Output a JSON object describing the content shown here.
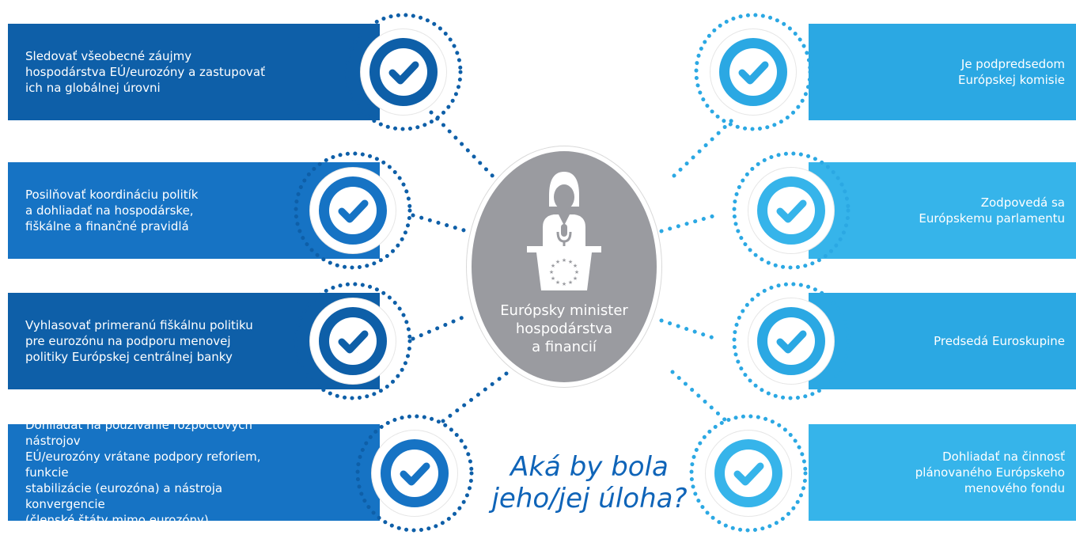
{
  "colors": {
    "left_dark": "#0e5fa8",
    "left_mid": "#1673c4",
    "right_light": "#2ba8e3",
    "right_mid": "#36b4ea",
    "center_gray": "#9a9ba0",
    "question_blue": "#0f64b8"
  },
  "center": {
    "title": "Európsky minister\nhospodárstva\na financií",
    "icon": "person-at-podium-icon"
  },
  "question": "Aká by bola\njeho/jej úloha?",
  "left_items": [
    {
      "text": "Sledovať všeobecné záujmy\nhospodárstva EÚ/eurozóny a zastupovať\nich na globálnej úrovni",
      "icon": "checkmark-icon"
    },
    {
      "text": "Posilňovať koordináciu politík\na dohliadať na hospodárske,\nfiškálne a finančné pravidlá",
      "icon": "checkmark-icon"
    },
    {
      "text": "Vyhlasovať primeranú fiškálnu politiku\npre eurozónu na podporu menovej\npolitiky Európskej centrálnej banky",
      "icon": "checkmark-icon"
    },
    {
      "text": "Dohliadať na používanie rozpočtových nástrojov\nEÚ/eurozóny vrátane podpory reforiem, funkcie\nstabilizácie (eurozóna) a nástroja konvergencie\n(členské štáty mimo eurozóny)",
      "icon": "checkmark-icon"
    }
  ],
  "right_items": [
    {
      "text": "Je podpredsedom\nEurópskej komisie",
      "icon": "checkmark-icon"
    },
    {
      "text": "Zodpovedá sa\nEurópskemu parlamentu",
      "icon": "checkmark-icon"
    },
    {
      "text": "Predsedá Euroskupine",
      "icon": "checkmark-icon"
    },
    {
      "text": "Dohliadať na činnosť\nplánovaného Európskeho\nmenového fondu",
      "icon": "checkmark-icon"
    }
  ]
}
